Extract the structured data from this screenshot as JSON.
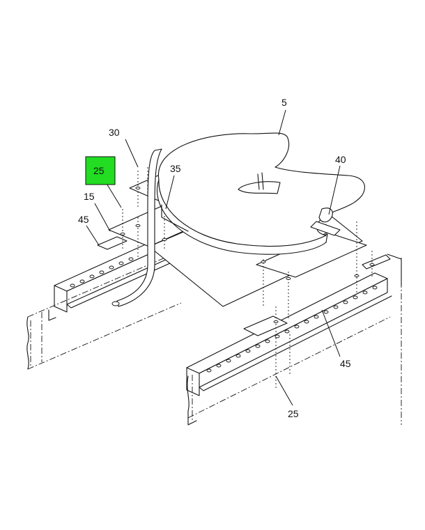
{
  "callouts": {
    "c5": "5",
    "c30": "30",
    "c35": "35",
    "c40": "40",
    "c25_top": "25",
    "c15": "15",
    "c45_left": "45",
    "c45_right": "45",
    "c25_bottom": "25"
  },
  "colors": {
    "highlight": "#22dd22",
    "line": "#111111"
  }
}
